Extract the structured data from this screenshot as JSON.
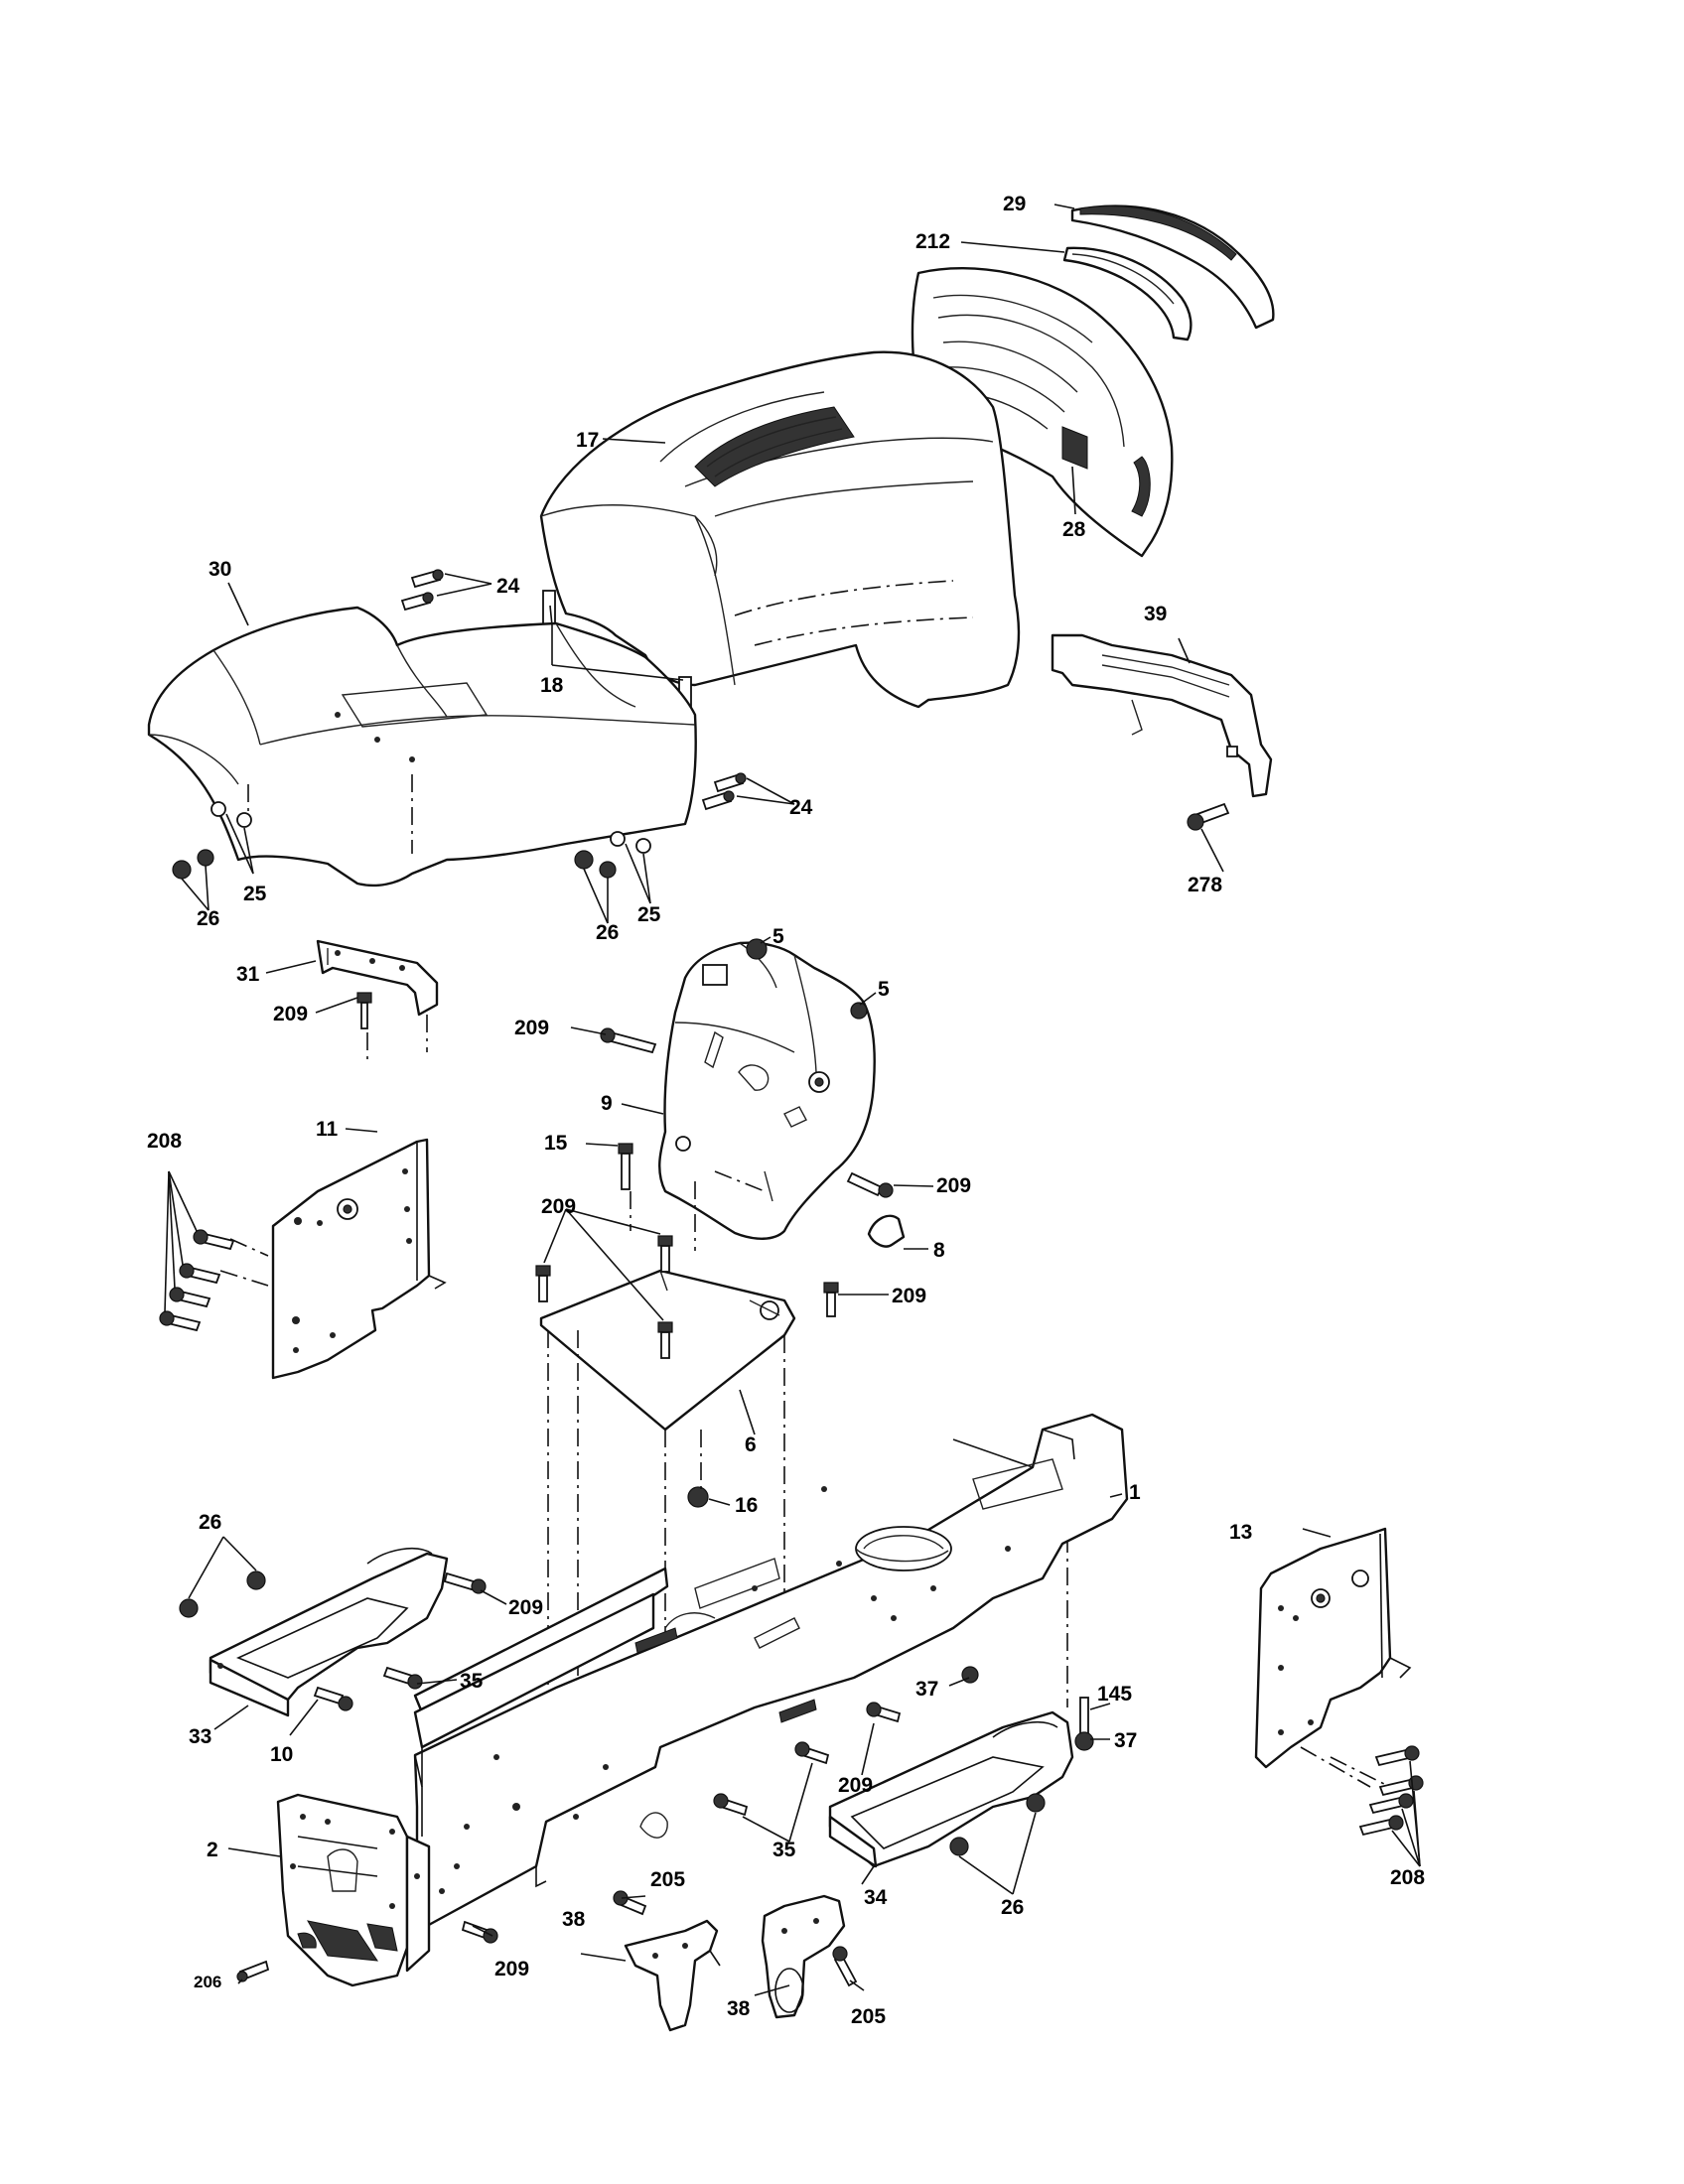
{
  "callouts": {
    "c1": "1",
    "c2": "2",
    "c5a": "5",
    "c5b": "5",
    "c6": "6",
    "c8": "8",
    "c9": "9",
    "c10": "10",
    "c11": "11",
    "c13": "13",
    "c15": "15",
    "c16": "16",
    "c17": "17",
    "c18": "18",
    "c24a": "24",
    "c24b": "24",
    "c25a": "25",
    "c25b": "25",
    "c26a": "26",
    "c26b": "26",
    "c26c": "26",
    "c26d": "26",
    "c28": "28",
    "c29": "29",
    "c30": "30",
    "c31": "31",
    "c33": "33",
    "c34": "34",
    "c35a": "35",
    "c35b": "35",
    "c37a": "37",
    "c37b": "37",
    "c38a": "38",
    "c38b": "38",
    "c39": "39",
    "c145": "145",
    "c205a": "205",
    "c205b": "205",
    "c206": "206",
    "c208a": "208",
    "c208b": "208",
    "c209a": "209",
    "c209b": "209",
    "c209c": "209",
    "c209d": "209",
    "c209e": "209",
    "c209f": "209",
    "c209g": "209",
    "c209h": "209",
    "c212": "212",
    "c278": "278"
  }
}
